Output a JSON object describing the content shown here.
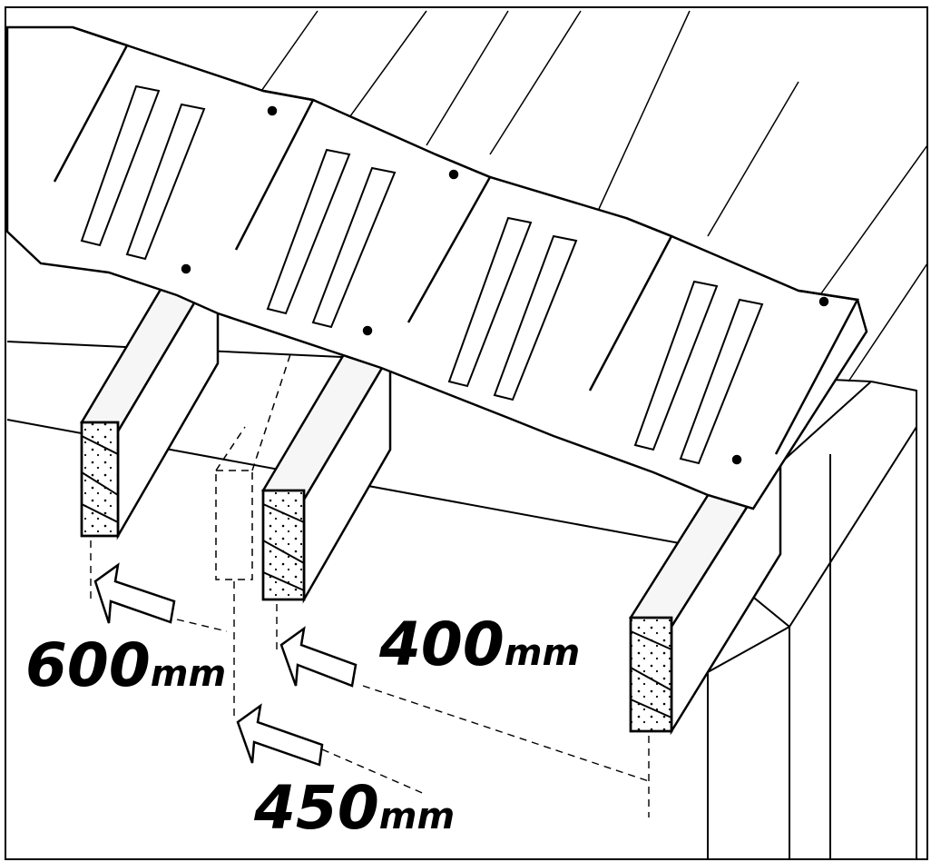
{
  "diagram": {
    "labels": [
      {
        "id": "spacing-600",
        "value": "600",
        "unit": "mm"
      },
      {
        "id": "spacing-450",
        "value": "450",
        "unit": "mm"
      },
      {
        "id": "spacing-400",
        "value": "400",
        "unit": "mm"
      }
    ],
    "colors": {
      "ink": "#000000",
      "paper": "#ffffff",
      "wood": "#f2f2f2"
    }
  }
}
